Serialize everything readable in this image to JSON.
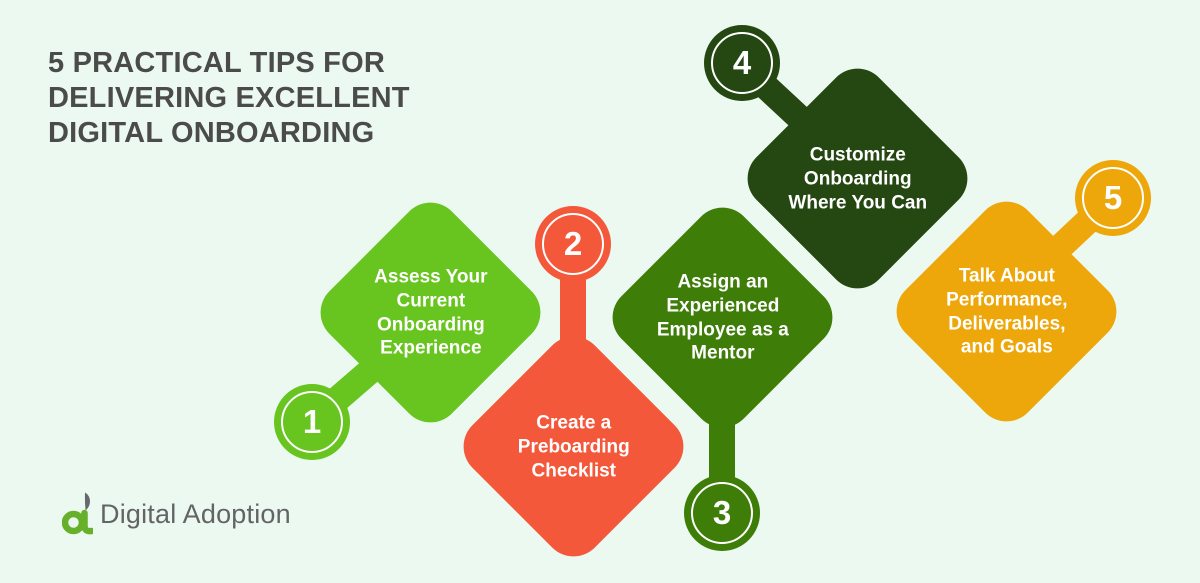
{
  "canvas": {
    "background": "#ecf9f1"
  },
  "title": {
    "text": "5 PRACTICAL TIPS FOR\nDELIVERING EXCELLENT\nDIGITAL ONBOARDING",
    "color": "#4b4b4a"
  },
  "steps": [
    {
      "number": "1",
      "label": "Assess Your\nCurrent\nOnboarding\nExperience",
      "color": "#68c41f"
    },
    {
      "number": "2",
      "label": "Create a\nPreboarding\nChecklist",
      "color": "#f4583b"
    },
    {
      "number": "3",
      "label": "Assign an\nExperienced\nEmployee as a\nMentor",
      "color": "#3d7d08"
    },
    {
      "number": "4",
      "label": "Customize\nOnboarding\nWhere You Can",
      "color": "#254712"
    },
    {
      "number": "5",
      "label": "Talk About\nPerformance,\nDeliverables,\nand Goals",
      "color": "#eea70b"
    }
  ],
  "shape_text_color": "#ffffff",
  "logo": {
    "text": "Digital Adoption",
    "text_color": "#636466",
    "icon": "digital-adoption-a-leaf-icon",
    "icon_green": "#67b02b",
    "icon_leaf_gray": "#666a6d"
  }
}
